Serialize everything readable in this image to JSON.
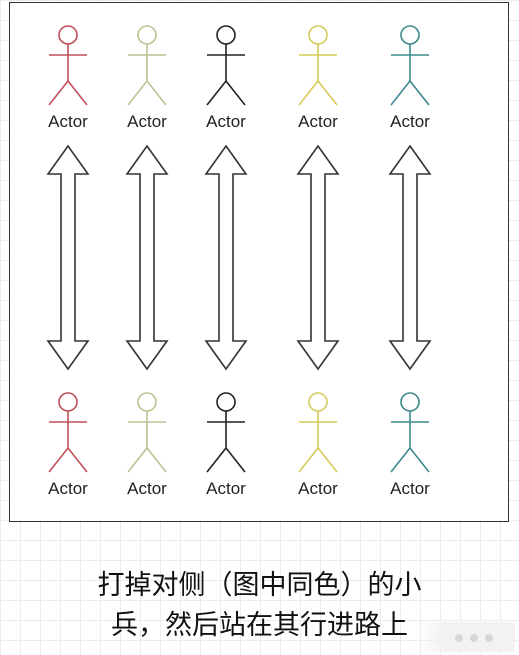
{
  "actor_columns": [
    {
      "label": "Actor",
      "color": "#c0505a"
    },
    {
      "label": "Actor",
      "color": "#b8c492"
    },
    {
      "label": "Actor",
      "color": "#222222"
    },
    {
      "label": "Actor",
      "color": "#d6ca5a"
    },
    {
      "label": "Actor",
      "color": "#3c8a8e"
    }
  ],
  "caption": {
    "line1": "打掉对侧（图中同色）的小",
    "line2": "兵，然后站在其行进路上"
  },
  "colors": {
    "frame_border": "#333333",
    "arrow_stroke": "#333333",
    "label_text": "#222222",
    "grid": "#ececec"
  }
}
